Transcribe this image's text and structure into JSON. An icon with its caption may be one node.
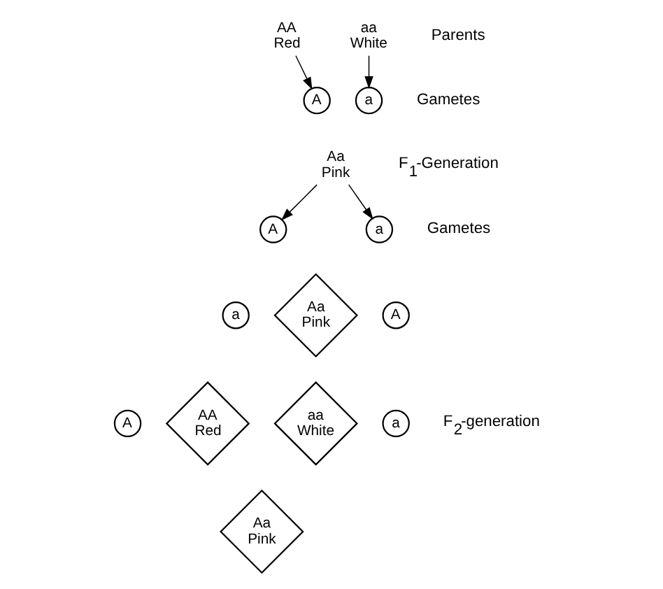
{
  "diagram": {
    "nodes": [
      {
        "text": [
          "AA Red"
        ]
      },
      {
        "text": [
          "aa White"
        ]
      },
      {
        "text": [
          "A"
        ]
      },
      {
        "text": [
          "a"
        ]
      },
      {
        "text": [
          "Aa Pink"
        ]
      },
      {
        "text": [
          "A"
        ]
      },
      {
        "text": [
          "a"
        ]
      },
      {
        "text": [
          "a"
        ]
      },
      {
        "text": [
          "A"
        ]
      },
      {
        "text": [
          "A"
        ]
      },
      {
        "text": [
          "a"
        ]
      },
      {
        "text": [
          "Aa Pink"
        ]
      },
      {
        "text": [
          "AA Red"
        ]
      },
      {
        "text": [
          "aa White"
        ]
      },
      {
        "text": [
          "Aa Pink"
        ]
      }
    ],
    "edges": [
      {
        "from": 0,
        "to": 2,
        "arrow": "to"
      },
      {
        "from": 1,
        "to": 3,
        "arrow": "to"
      },
      {
        "from": 4,
        "to": 5,
        "arrow": "to"
      },
      {
        "from": 4,
        "to": 6,
        "arrow": "to"
      }
    ],
    "labels": [
      "Parents",
      "Gametes",
      "F$_{1}$-Generation",
      "Gametes",
      "F$_{2}$-generation"
    ]
  }
}
